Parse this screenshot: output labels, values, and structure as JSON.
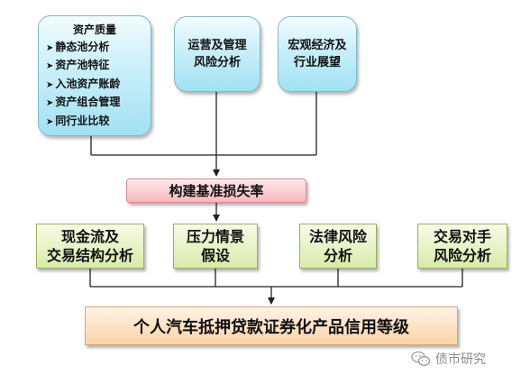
{
  "asset_quality": {
    "title": "资产质量",
    "items": [
      "静态池分析",
      "资产池特征",
      "入池资产账龄",
      "资产组合管理",
      "同行业比较"
    ]
  },
  "ops_risk": {
    "line1": "运营及管理",
    "line2": "风险分析"
  },
  "macro": {
    "line1": "宏观经济及",
    "line2": "行业展望"
  },
  "baseline": "构建基准损失率",
  "cashflow": {
    "line1": "现金流及",
    "line2": "交易结构分析"
  },
  "stress": {
    "line1": "压力情景",
    "line2": "假设"
  },
  "legal": {
    "line1": "法律风险",
    "line2": "分析"
  },
  "counterparty": {
    "line1": "交易对手",
    "line2": "风险分析"
  },
  "rating": "个人汽车抵押贷款证券化产品信用等级",
  "watermark": "债市研究"
}
